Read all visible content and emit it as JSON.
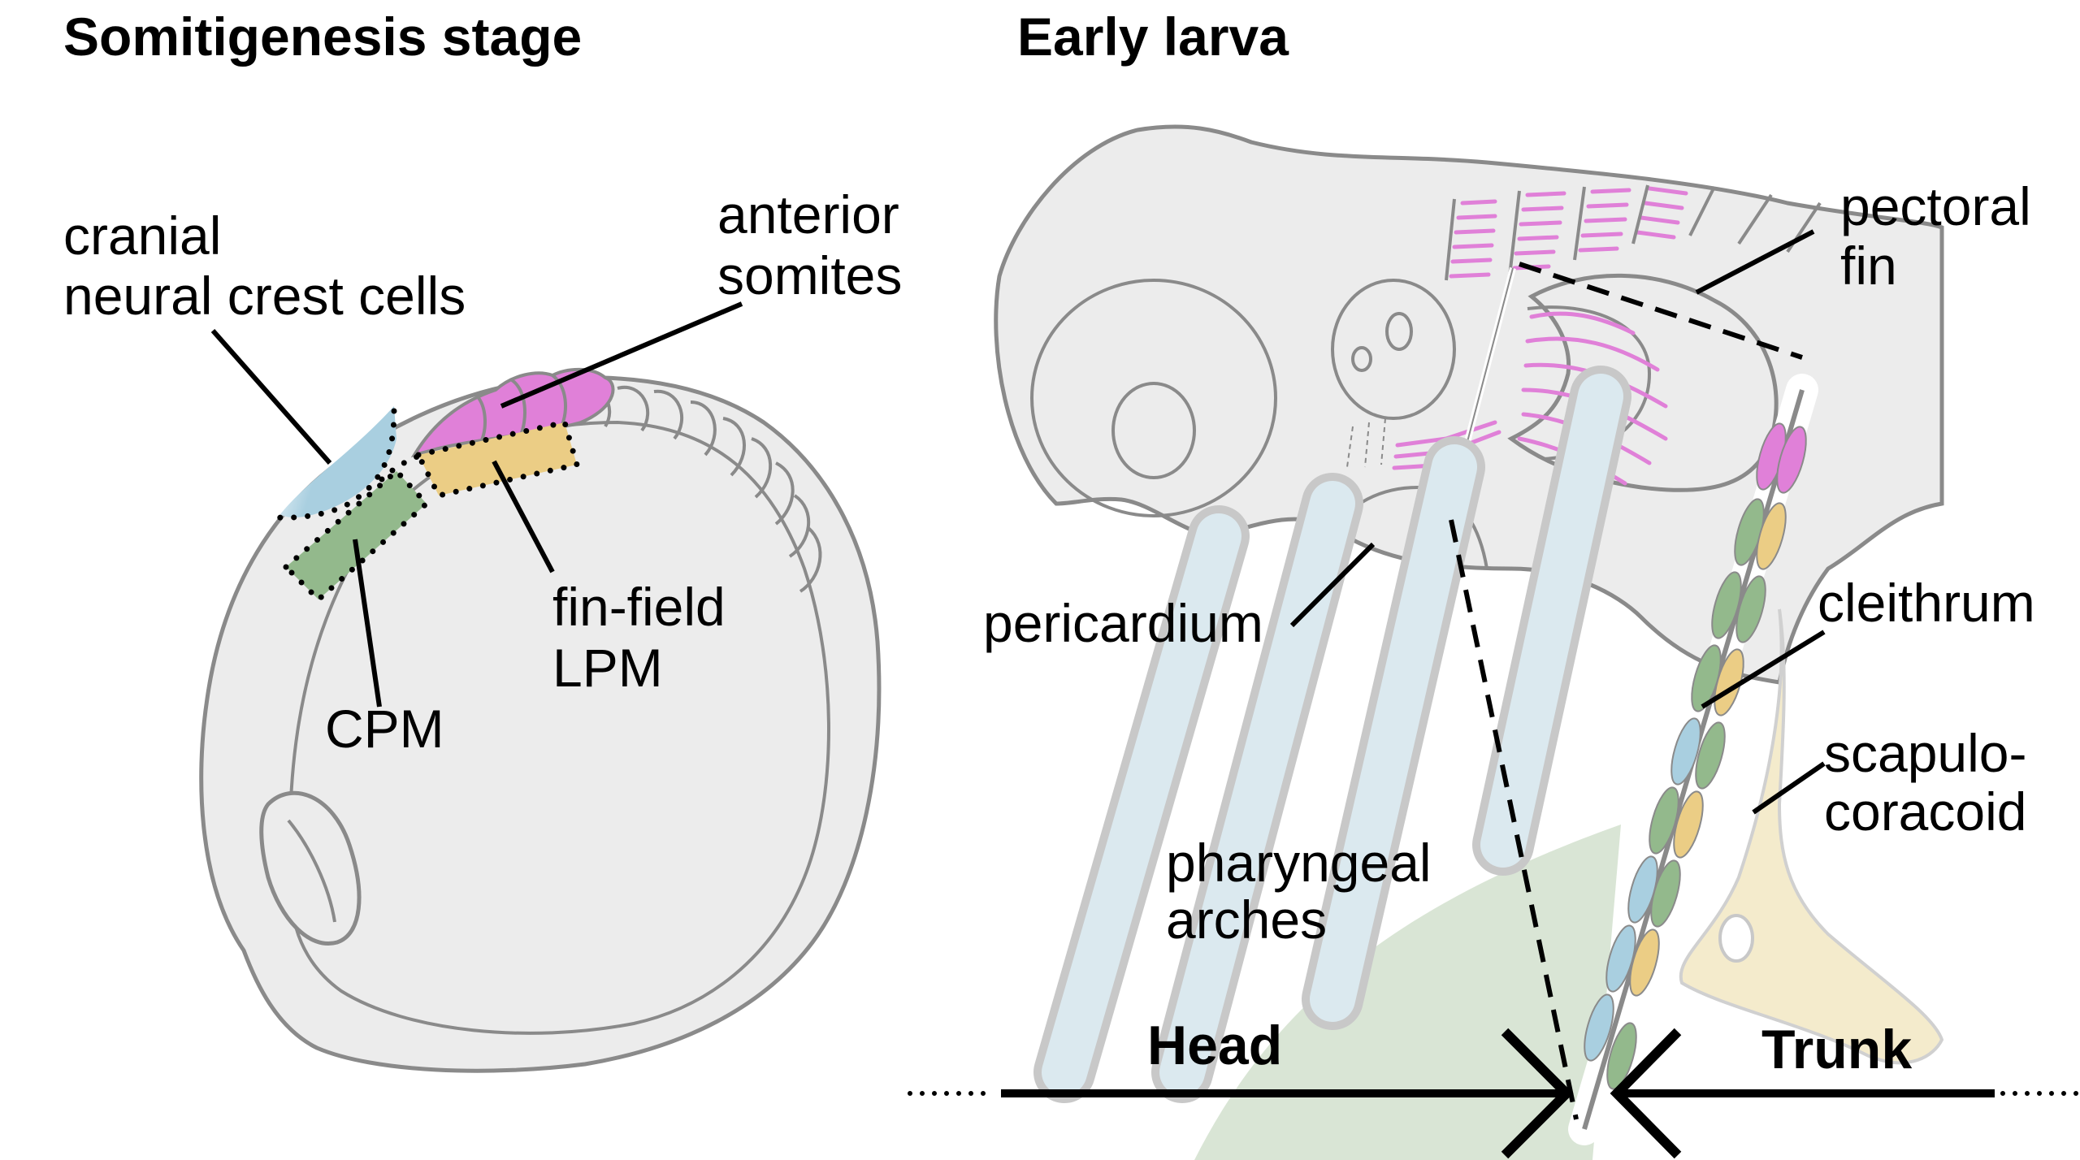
{
  "panels": {
    "left": {
      "title": "Somitigenesis stage",
      "labels": {
        "cncc_line1": "cranial",
        "cncc_line2": "neural crest cells",
        "somites_line1": "anterior",
        "somites_line2": "somites",
        "finfield_line1": "fin-field",
        "finfield_line2": "LPM",
        "cpm": "CPM"
      }
    },
    "right": {
      "title": "Early larva",
      "labels": {
        "pectoral_line1": "pectoral",
        "pectoral_line2": "fin",
        "pericardium": "pericardium",
        "cleithrum": "cleithrum",
        "scapulo_line1": "scapulo-",
        "scapulo_line2": "coracoid",
        "pharyngeal_line1": "pharyngeal",
        "pharyngeal_line2": "arches",
        "head": "Head",
        "trunk": "Trunk"
      }
    }
  },
  "colors": {
    "cncc": "#a9cfe0",
    "somites": "#e080d8",
    "finfield_lpm": "#ebcd85",
    "cpm": "#93b98c",
    "pharyngeal": "#dbe9ef",
    "scapulocoracoid": "#f4ebcc",
    "green_region": "#d9e5d5",
    "body": "#ececec",
    "outline": "#8a8a8a"
  }
}
